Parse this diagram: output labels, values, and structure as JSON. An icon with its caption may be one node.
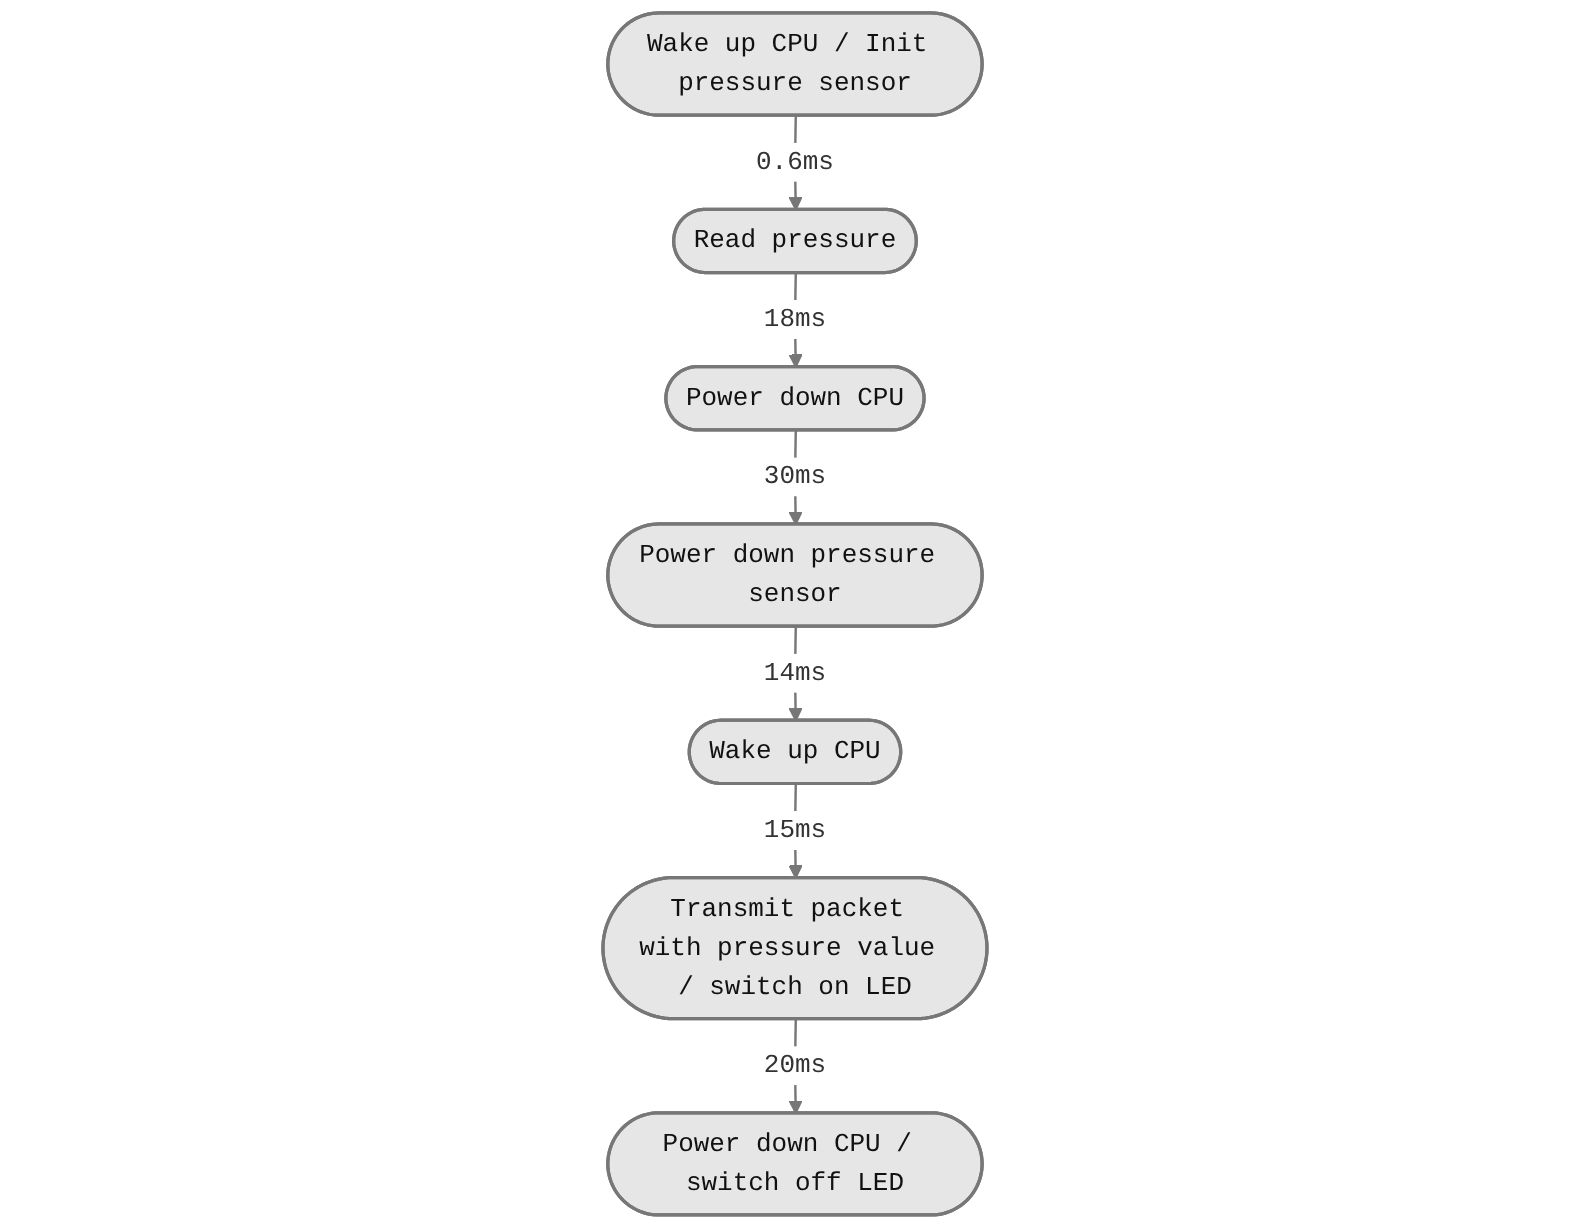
{
  "diagram": {
    "nodes": [
      {
        "text": [
          "Wake up CPU / Init pressure sensor"
        ]
      },
      {
        "text": [
          "Read pressure"
        ]
      },
      {
        "text": [
          "Power down CPU"
        ]
      },
      {
        "text": [
          "Power down pressure sensor"
        ]
      },
      {
        "text": [
          "Wake up CPU"
        ]
      },
      {
        "text": [
          "Transmit packet with pressure value / switch on LED"
        ]
      },
      {
        "text": [
          "Power down CPU / switch off LED"
        ]
      }
    ],
    "edges": [
      {
        "from": 0,
        "to": 1,
        "arrow": "to",
        "label": "0.6ms"
      },
      {
        "from": 1,
        "to": 2,
        "arrow": "to",
        "label": "18ms"
      },
      {
        "from": 2,
        "to": 3,
        "arrow": "to",
        "label": "30ms"
      },
      {
        "from": 3,
        "to": 4,
        "arrow": "to",
        "label": "14ms"
      },
      {
        "from": 4,
        "to": 5,
        "arrow": "to",
        "label": "15ms"
      },
      {
        "from": 5,
        "to": 6,
        "arrow": "to",
        "label": "20ms"
      }
    ]
  }
}
